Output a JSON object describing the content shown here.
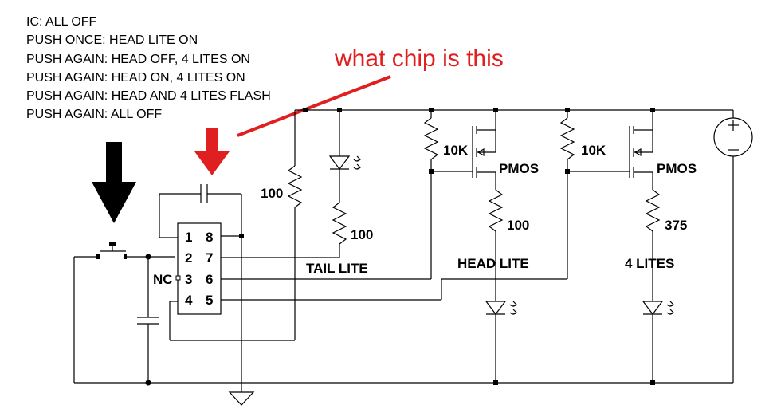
{
  "instructions": [
    "IC: ALL OFF",
    "PUSH ONCE: HEAD LITE ON",
    "PUSH AGAIN: HEAD OFF, 4 LITES ON",
    "PUSH AGAIN: HEAD ON, 4 LITES ON",
    "PUSH AGAIN: HEAD AND 4 LITES FLASH",
    "PUSH AGAIN: ALL OFF"
  ],
  "annotation": {
    "text": "what chip is this",
    "color": "#e02020"
  },
  "chip": {
    "pins_left": [
      "1",
      "2",
      "3",
      "4"
    ],
    "pins_right": [
      "8",
      "7",
      "6",
      "5"
    ],
    "nc_label": "NC"
  },
  "components": {
    "r_tail_feed": "100",
    "r_tail": "100",
    "r_head_gate": "10K",
    "r_head": "100",
    "r_four_gate": "10K",
    "r_four": "375",
    "mos_head": "PMOS",
    "mos_four": "PMOS",
    "label_tail": "TAIL LITE",
    "label_head": "HEAD LITE",
    "label_four": "4 LITES"
  },
  "arrows": {
    "push_color": "#000000",
    "chip_color": "#e02020"
  },
  "icons": [
    "battery-icon",
    "ground-icon",
    "led-icon",
    "pushbutton-icon",
    "capacitor-icon"
  ]
}
